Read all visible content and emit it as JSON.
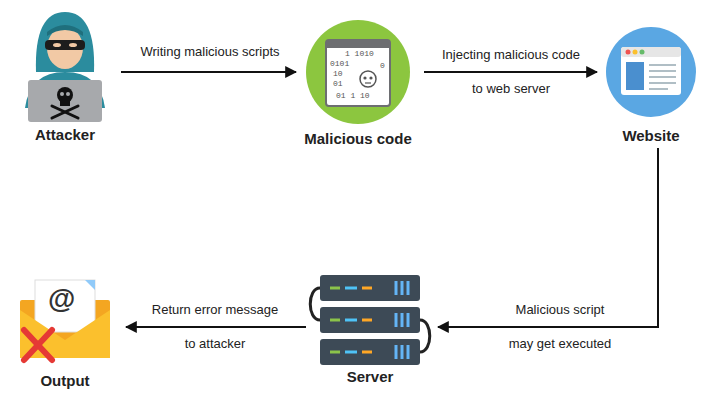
{
  "diagram": {
    "nodes": [
      {
        "text": [
          "Attacker"
        ]
      },
      {
        "text": [
          "Malicious code"
        ]
      },
      {
        "text": [
          "Website"
        ]
      },
      {
        "text": [
          "Server"
        ]
      },
      {
        "text": [
          "Output"
        ]
      }
    ],
    "edges": [
      {
        "from": 0,
        "to": 1,
        "label": "Writing malicious scripts",
        "arrow": "to"
      },
      {
        "from": 1,
        "to": 2,
        "label": "Injecting malicious code to web server",
        "arrow": "to"
      },
      {
        "from": 2,
        "to": 3,
        "label": "Malicious script may get executed",
        "arrow": "to"
      },
      {
        "from": 3,
        "to": 4,
        "label": "Return error message to attacker",
        "arrow": "to"
      }
    ],
    "labels": [
      "1 1010",
      "0101",
      "10",
      "0",
      "01",
      "01 1 10",
      "@"
    ]
  }
}
